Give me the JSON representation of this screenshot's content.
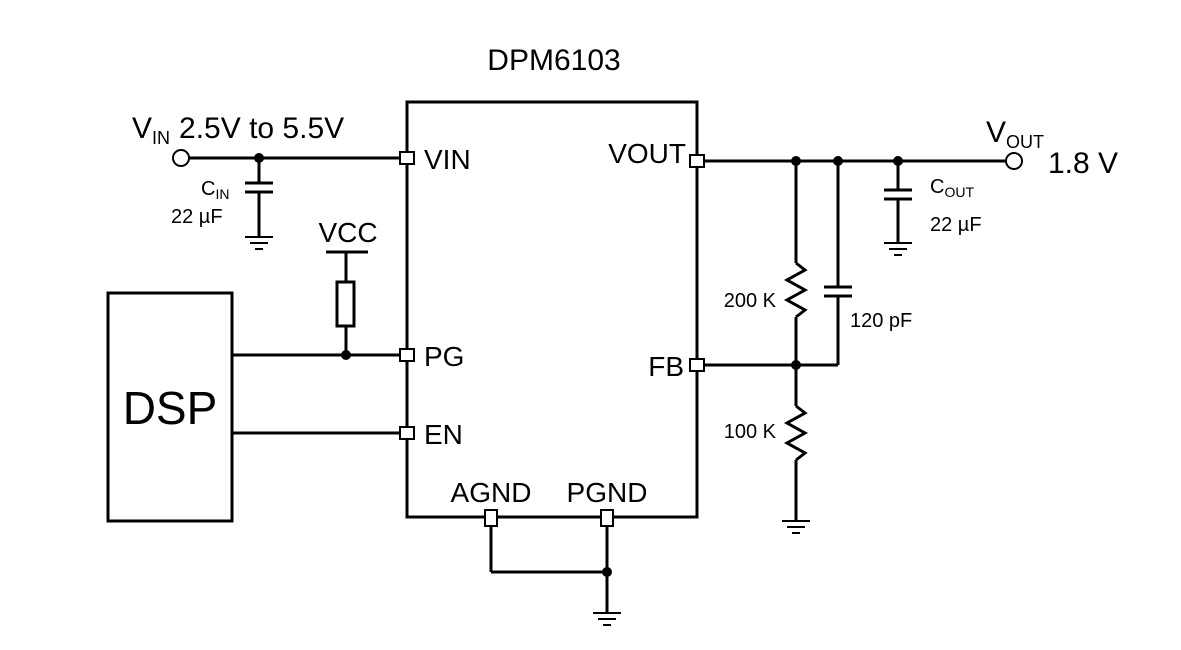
{
  "chip": {
    "name": "DPM6103",
    "pins": {
      "vin": "VIN",
      "pg": "PG",
      "en": "EN",
      "vout": "VOUT",
      "fb": "FB",
      "agnd": "AGND",
      "pgnd": "PGND"
    }
  },
  "input": {
    "v": "V",
    "sub": "IN",
    "range": "2.5V to 5.5V"
  },
  "output": {
    "v": "V",
    "sub": "OUT",
    "value": "1.8 V"
  },
  "cin": {
    "c": "C",
    "sub": "IN",
    "value": "22 µF"
  },
  "cout": {
    "c": "C",
    "sub": "OUT",
    "value": "22 µF"
  },
  "vcc": "VCC",
  "dsp": "DSP",
  "r_top": "200 K",
  "r_bottom": "100 K",
  "c_ff": "120 pF",
  "colors": {
    "line": "#000000",
    "background": "#ffffff",
    "terminal_fill": "#ffffff"
  }
}
